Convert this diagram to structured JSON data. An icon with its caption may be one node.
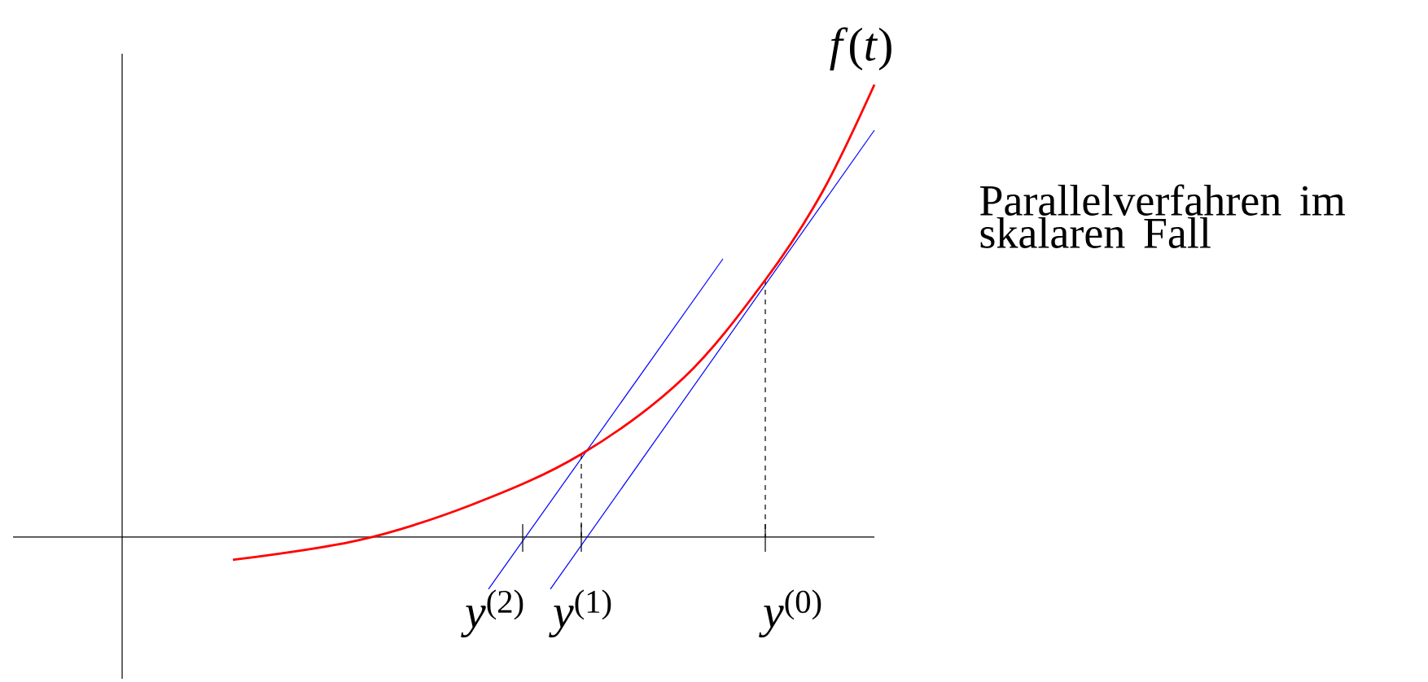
{
  "diagram": {
    "labels": [
      "*f*(*t*)",
      "Parallelverfahren im skalaren Fall",
      "*y*$^{(2)}$",
      "*y*$^{(1)}$",
      "*y*$^{(0)}$"
    ]
  }
}
